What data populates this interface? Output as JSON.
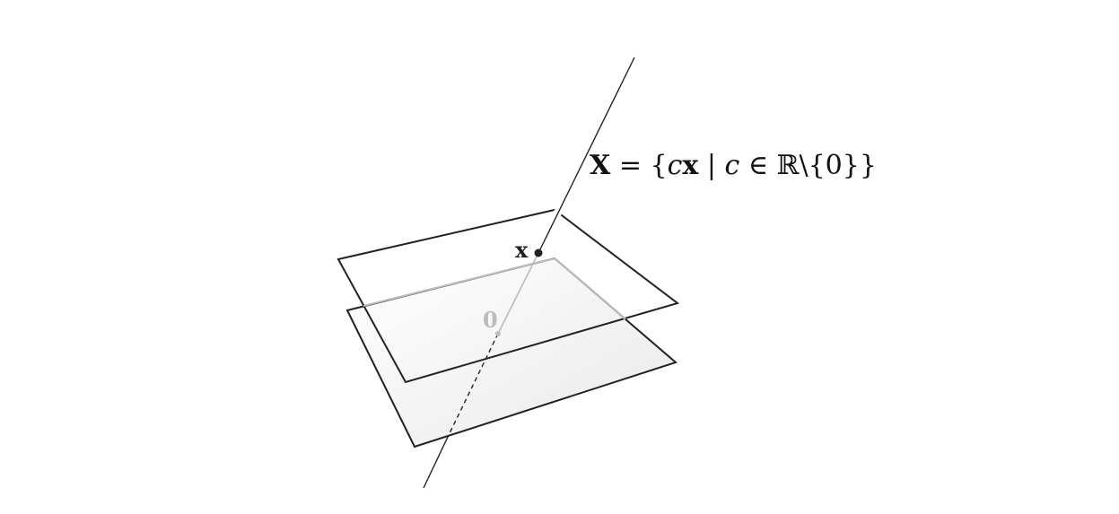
{
  "diagram": {
    "point_label": "x",
    "origin_label": "0",
    "equation": {
      "lhs": "X",
      "equals": " = {",
      "c1": "c",
      "x": "x",
      "bar": " | ",
      "c2": "c",
      "in": " ∈ ℝ\\{0}}"
    }
  },
  "colors": {
    "line": "#222222",
    "origin": "#bbbbbb",
    "plane_fill": "#f2f2f2"
  }
}
